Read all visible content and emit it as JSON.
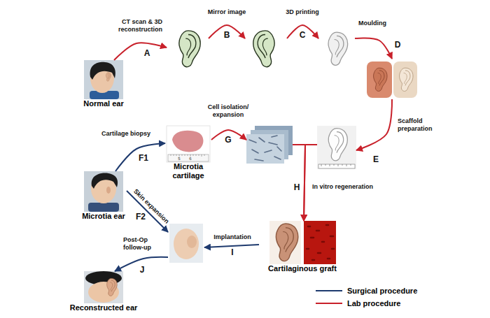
{
  "diagram": {
    "nodes": [
      {
        "text": [
          "Normal ear"
        ]
      },
      {
        "text": []
      },
      {
        "text": []
      },
      {
        "text": []
      },
      {
        "text": []
      },
      {
        "text": []
      },
      {
        "text": [
          "Microtia cartilage"
        ]
      },
      {
        "text": []
      },
      {
        "text": [
          "Microtia ear"
        ]
      },
      {
        "text": []
      },
      {
        "text": [
          "Cartilaginous graft"
        ]
      },
      {
        "text": [
          "Reconstructed ear"
        ]
      }
    ],
    "edges": [
      {
        "from": 0,
        "to": 1,
        "label": "CT scan & 3D reconstruction",
        "arrow": "to"
      },
      {
        "from": 1,
        "to": 2,
        "label": "Mirror image",
        "arrow": "to"
      },
      {
        "from": 2,
        "to": 3,
        "label": "3D printing",
        "arrow": "to"
      },
      {
        "from": 3,
        "to": 4,
        "label": "Moulding",
        "arrow": "to"
      },
      {
        "from": 4,
        "to": 5,
        "label": "Scaffold preparation",
        "arrow": "to"
      },
      {
        "from": 8,
        "to": 6,
        "label": "Cartilage biopsy",
        "arrow": "to"
      },
      {
        "from": 6,
        "to": 7,
        "label": "Cell isolation/ expansion",
        "arrow": "to"
      },
      {
        "from": 7,
        "to": 10,
        "label": "In vitro regeneration",
        "arrow": "to"
      },
      {
        "from": 5,
        "to": 10,
        "arrow": "to"
      },
      {
        "from": 8,
        "to": 9,
        "label": "Skin expansion",
        "arrow": "to"
      },
      {
        "from": 10,
        "to": 9,
        "label": "Implantation",
        "arrow": "to"
      },
      {
        "from": 9,
        "to": 11,
        "label": "Post-Op follow-up",
        "arrow": "to"
      }
    ],
    "labels": [
      "A",
      "B",
      "C",
      "D",
      "E",
      "5",
      "6",
      "G",
      "F1",
      "H",
      "F2",
      "I",
      "J"
    ],
    "legend": [
      {
        "text": "Surgical procedure"
      },
      {
        "text": "Lab procedure"
      }
    ]
  }
}
